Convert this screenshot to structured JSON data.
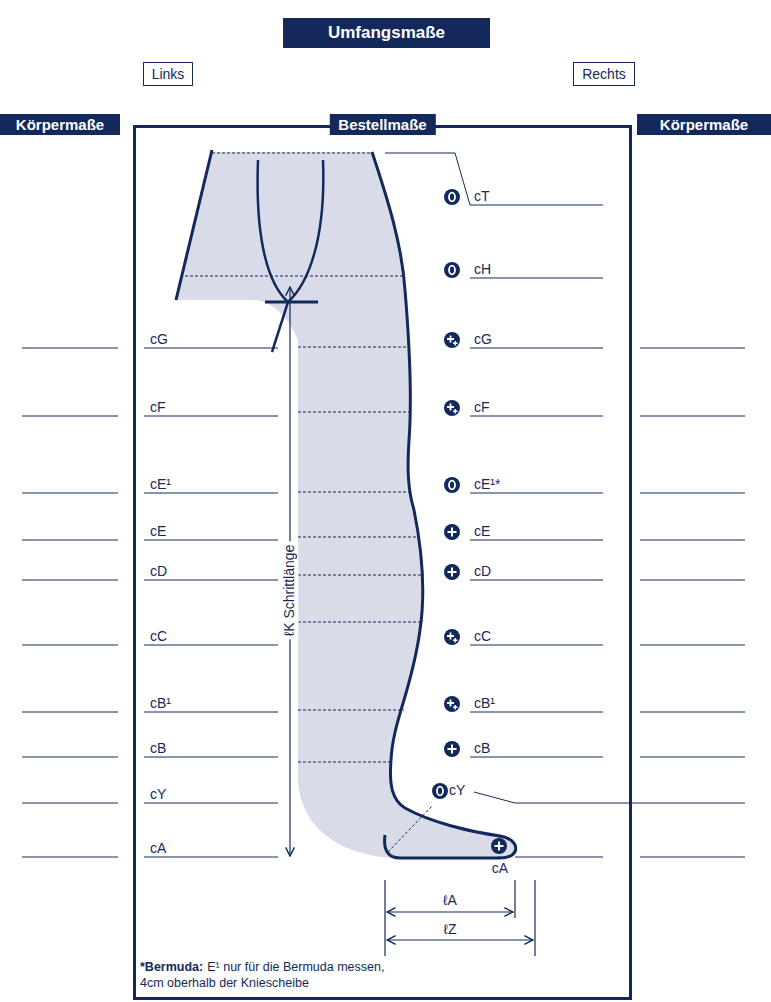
{
  "diagram": {
    "title": "Umfangsmaße",
    "nodes": [
      {
        "text": [
          "Links"
        ]
      },
      {
        "text": [
          "Rechts"
        ]
      },
      {
        "text": [
          "Körpermaße"
        ]
      },
      {
        "text": [
          "Bestellmaße"
        ]
      },
      {
        "text": [
          "Körpermaße"
        ]
      }
    ],
    "labels": [
      "cT",
      "cH",
      "cG",
      "cF",
      "cE¹*",
      "cE",
      "cD",
      "cC",
      "cB¹",
      "cB",
      "cY",
      "cA",
      "cG",
      "cF",
      "cE¹",
      "cE",
      "cD",
      "cC",
      "cB¹",
      "cB",
      "cY",
      "cA",
      "ℓK Schrittlänge",
      "ℓA",
      "ℓZ",
      "*Bermuda:",
      "E¹ nur für die Bermuda messen, 4cm oberhalb der Kniescheibe"
    ]
  }
}
